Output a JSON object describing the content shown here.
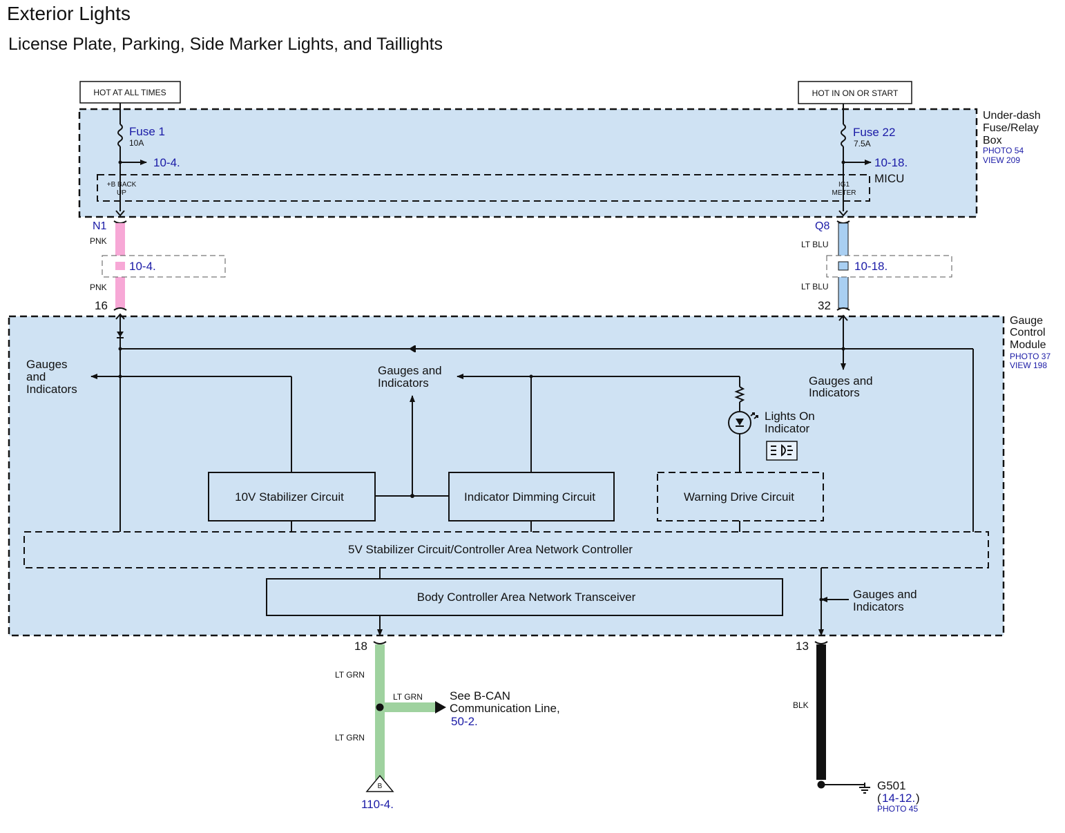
{
  "header": {
    "title": "Exterior Lights",
    "subtitle": "License Plate, Parking, Side Marker Lights, and Taillights"
  },
  "power": {
    "hot_at_all_times": "HOT AT ALL TIMES",
    "hot_in_on_or_start": "HOT IN ON OR START"
  },
  "fuse_box": {
    "name_line1": "Under-dash",
    "name_line2": "Fuse/Relay",
    "name_line3": "Box",
    "photo": "PHOTO 54",
    "view": "VIEW 209",
    "fuse1_label": "Fuse 1",
    "fuse1_rating": "10A",
    "fuse1_ref": "10-4.",
    "fuse22_label": "Fuse 22",
    "fuse22_rating": "7.5A",
    "fuse22_ref": "10-18.",
    "micu_label": "MICU",
    "backup_line1": "+B BACK",
    "backup_line2": "UP",
    "ig1_line1": "IG1",
    "ig1_line2": "METER"
  },
  "wires": {
    "n1_connector": "N1",
    "n1_color_top": "PNK",
    "n1_ref": "10-4.",
    "n1_color_bottom": "PNK",
    "n1_pin": "16",
    "q8_connector": "Q8",
    "q8_color_top": "LT BLU",
    "q8_ref": "10-18.",
    "q8_color_bottom": "LT BLU",
    "q8_pin": "32",
    "pin18": "18",
    "ltgrn_upper": "LT GRN",
    "ltgrn_branch": "LT GRN",
    "ltgrn_lower": "LT GRN",
    "bcan_line1": "See B-CAN",
    "bcan_line2": "Communication Line,",
    "bcan_ref": "50-2.",
    "connector_b": "B",
    "b_ref": "110-4.",
    "pin13": "13",
    "blk_color": "BLK",
    "ground_name": "G501",
    "ground_open": "(",
    "ground_ref": "14-12.",
    "ground_close": ")",
    "ground_photo": "PHOTO 45"
  },
  "gauge_module": {
    "name_line1": "Gauge",
    "name_line2": "Control",
    "name_line3": "Module",
    "photo": "PHOTO 37",
    "view": "VIEW 198",
    "gi_left_1": "Gauges",
    "gi_left_2": "and",
    "gi_left_3": "Indicators",
    "gi_center_1": "Gauges and",
    "gi_center_2": "Indicators",
    "gi_right_1": "Gauges and",
    "gi_right_2": "Indicators",
    "gi_bottom_1": "Gauges and",
    "gi_bottom_2": "Indicators",
    "lights_on_1": "Lights On",
    "lights_on_2": "Indicator",
    "stabilizer_10v": "10V Stabilizer Circuit",
    "dimming": "Indicator Dimming Circuit",
    "warning_drive": "Warning Drive Circuit",
    "can_controller": "5V Stabilizer Circuit/Controller Area Network Controller",
    "can_transceiver": "Body Controller Area Network Transceiver"
  },
  "colors": {
    "module_fill": "#cfe2f3",
    "pnk_wire": "#f7a8d6",
    "ltblu_wire": "#a9cff2",
    "ltgrn_wire": "#9fd29f",
    "blk_wire": "#111111",
    "link_blue": "#1a1aa6"
  }
}
